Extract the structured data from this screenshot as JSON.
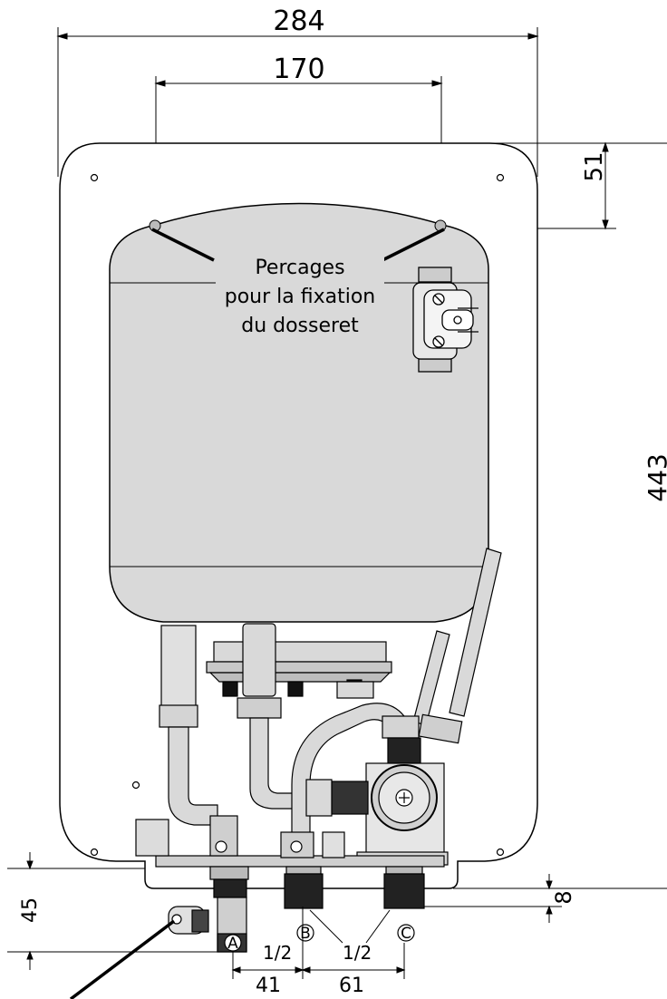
{
  "dimensions": {
    "overall_width": "284",
    "fixing_spacing": "170",
    "top_offset": "51",
    "overall_height": "443",
    "bottom_offset": "8",
    "left_height": "45",
    "spacing_a_b": "41",
    "spacing_b_c": "61"
  },
  "note": {
    "line1": "Percages",
    "line2": "pour la fixation",
    "line3": "du dosseret"
  },
  "connections": {
    "a": "A",
    "b": "B",
    "c": "C",
    "size_b": "1/2",
    "size_c": "1/2"
  }
}
